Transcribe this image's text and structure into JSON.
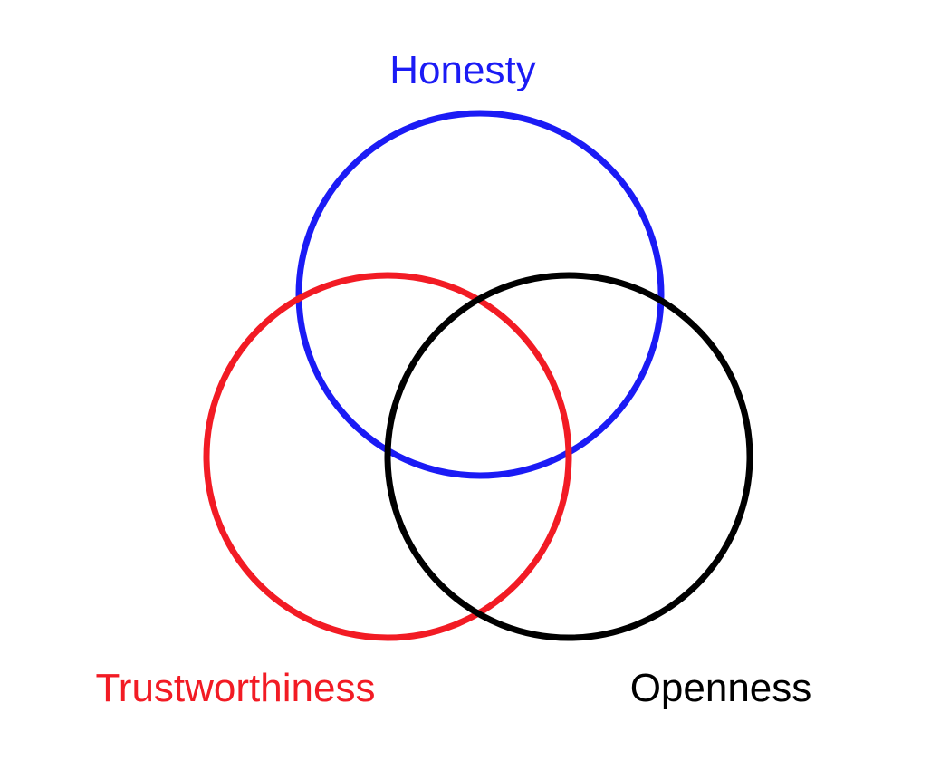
{
  "venn": {
    "sets": [
      {
        "id": "honesty",
        "label": "Honesty",
        "color": "#1b1bf5"
      },
      {
        "id": "trustworthiness",
        "label": "Trustworthiness",
        "color": "#f21b24"
      },
      {
        "id": "openness",
        "label": "Openness",
        "color": "#000000"
      }
    ]
  }
}
